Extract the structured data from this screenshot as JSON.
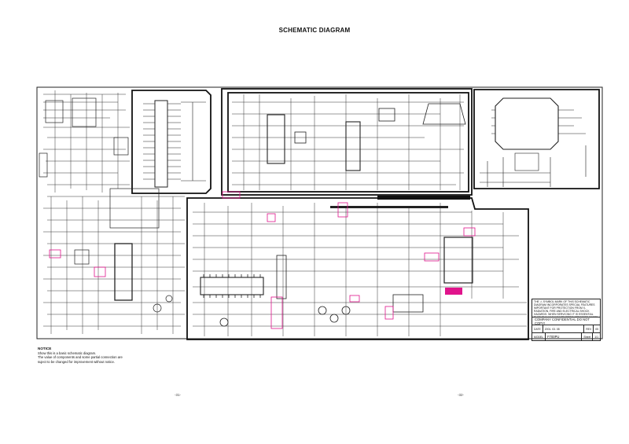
{
  "page": {
    "title": "SCHEMATIC DIAGRAM",
    "left_page_number": "-31-",
    "right_page_number": "-32-"
  },
  "notice": {
    "heading": "NOTICE",
    "line1": "Show this is a basic schematic diagram.",
    "line2": "The value of components and some partial connection are",
    "line3": "suject to be changed for improvement without notice."
  },
  "title_block": {
    "safety_note": "THE ⚠ SYMBOL MARK OF THIS SCHEMATIC DIAGRAM INCORPORATES SPECIAL FEATURES IMPORTANT FOR PROTECTION FROM X-RADIATION, FIRE AND ELECTRICAL SHOCK HAZARDS. WHEN SERVICING IT IS ESSENTIAL THAT ONLY MANUFACTURER'S SPECIFIED PARTS BE USED FOR THE CRITICAL COMPONENTS IN THE ⚠ SHADED AREAS OF THE SCHEMATIC.",
    "confidential": "COMPANY CONFIDENTIAL   DO NOT COPY!",
    "date_label": "DATE",
    "date_value": "2001. 03. 08",
    "rev_label": "REV",
    "rev_value": "05",
    "model_label": "MODEL",
    "model_value": "F700PU",
    "sheet_label": "Sheet",
    "sheet_value": "1/1"
  },
  "colors": {
    "ink": "#222222",
    "highlight": "#e0148c"
  }
}
